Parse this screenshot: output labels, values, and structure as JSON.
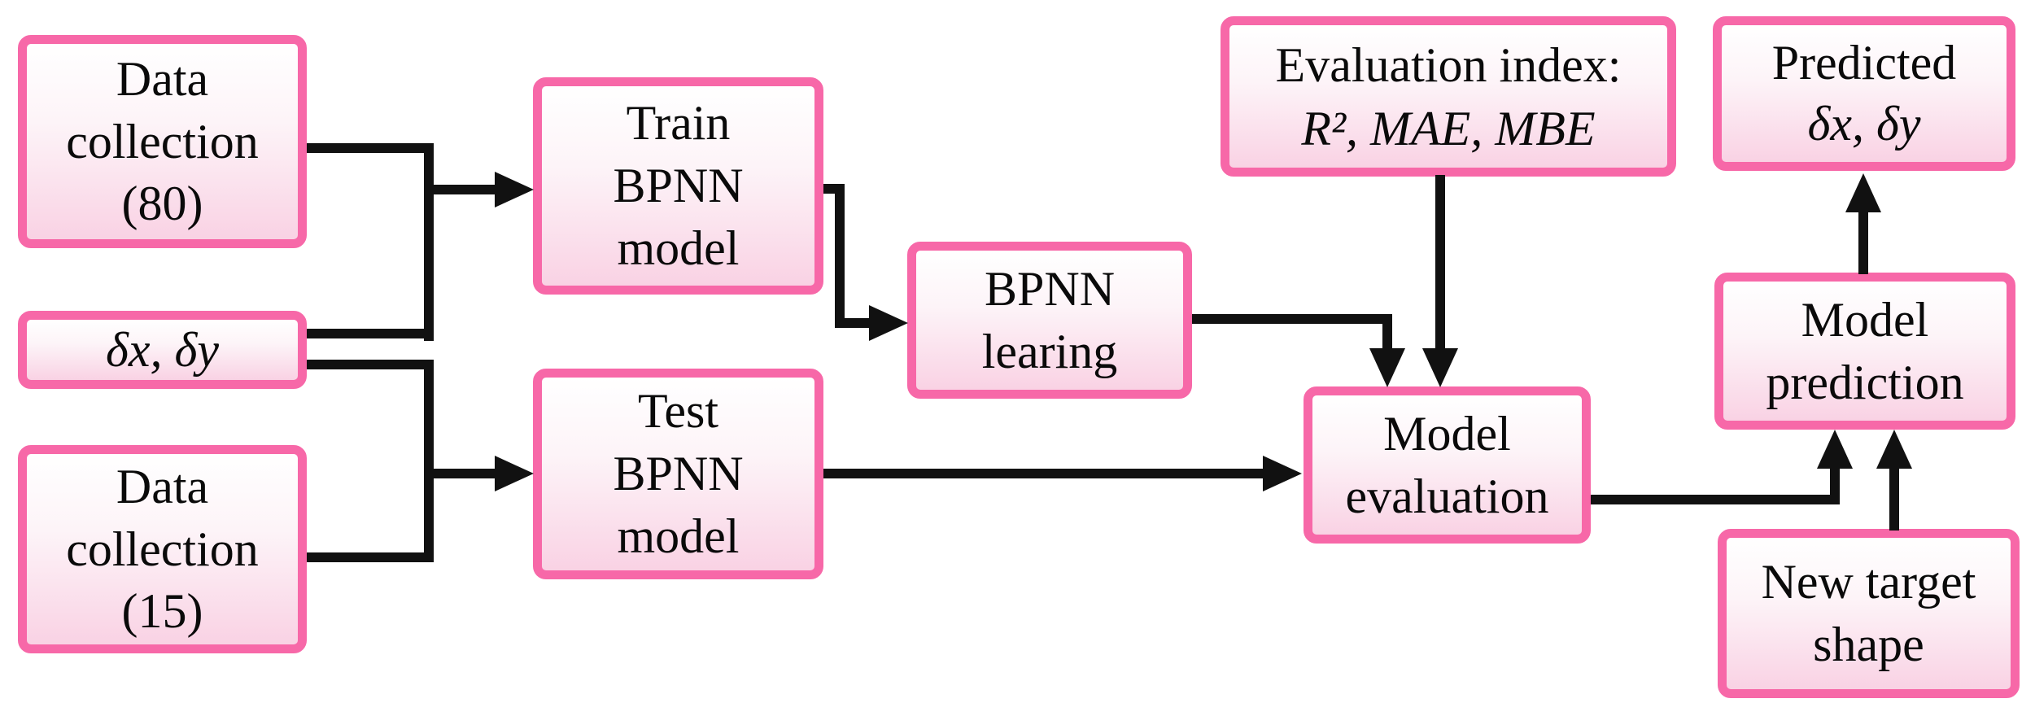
{
  "diagram": {
    "title": "BPNN model training and prediction workflow",
    "colors": {
      "node_border_pink": "#f768a8",
      "node_fill_bottom_pink": "#f9d2e4",
      "node_fill_top": "#ffffff",
      "connector_black": "#111111",
      "background": "#ffffff"
    },
    "boxes": {
      "data_collection_80": {
        "label": "Data\ncollection\n(80)"
      },
      "delta_inputs": {
        "label": "δx, δy"
      },
      "data_collection_15": {
        "label": "Data\ncollection\n(15)"
      },
      "train_bpnn": {
        "label": "Train\nBPNN\nmodel"
      },
      "test_bpnn": {
        "label": "Test\nBPNN\nmodel"
      },
      "bpnn_learning": {
        "label": "BPNN\nlearing"
      },
      "evaluation_index": {
        "line1": "Evaluation index:",
        "line2": "R², MAE, MBE"
      },
      "model_evaluation": {
        "label": "Model\nevaluation"
      },
      "model_prediction": {
        "label": "Model\nprediction"
      },
      "predicted_output": {
        "line1": "Predicted",
        "line2": "δx, δy"
      },
      "new_target_shape": {
        "label": "New target\nshape"
      }
    },
    "connections": [
      "Data collection (80) -> Train BPNN model",
      "δx, δy -> Train BPNN model",
      "δx, δy -> Test BPNN model",
      "Data collection (15) -> Test BPNN model",
      "Train BPNN model -> BPNN learing",
      "BPNN learing -> Model evaluation",
      "Evaluation index: R², MAE, MBE -> Model evaluation",
      "Test BPNN model -> Model evaluation",
      "Model evaluation -> Model prediction",
      "New target shape -> Model prediction",
      "Model prediction -> Predicted δx, δy"
    ]
  }
}
